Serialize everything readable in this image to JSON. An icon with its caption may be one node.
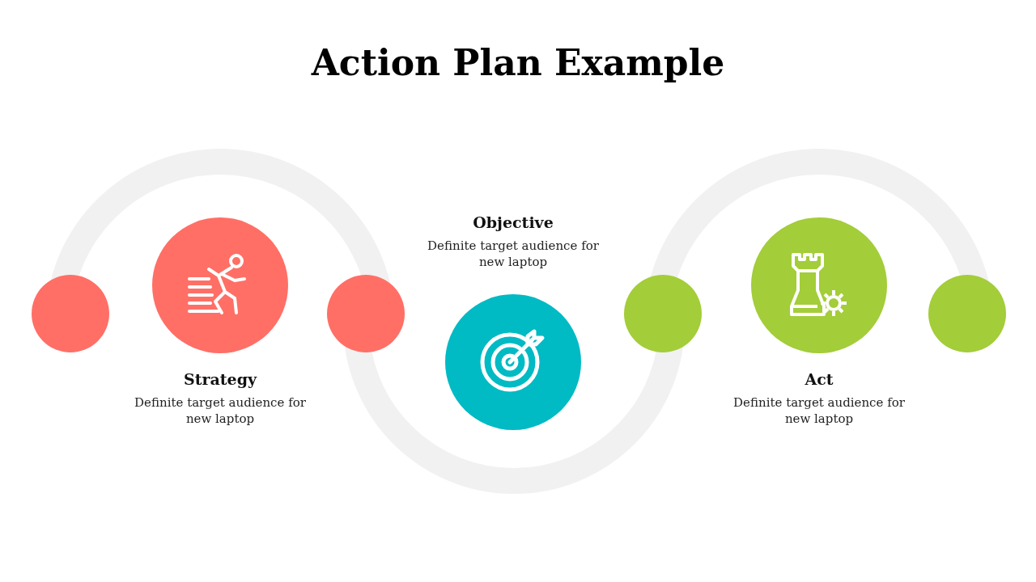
{
  "diagram": {
    "title": "Action Plan Example",
    "nodes": [
      {
        "text": [],
        "shape": "circle"
      },
      {
        "text": [
          "Strategy",
          "Definite target audience for new laptop"
        ]
      },
      {
        "text": [],
        "shape": "circle"
      },
      {
        "text": [
          "Objective",
          "Definite target audience for new laptop"
        ]
      },
      {
        "text": [],
        "shape": "circle"
      },
      {
        "text": [
          "Act",
          "Definite target audience for new laptop"
        ]
      },
      {
        "text": [],
        "shape": "circle"
      }
    ],
    "edges": []
  }
}
